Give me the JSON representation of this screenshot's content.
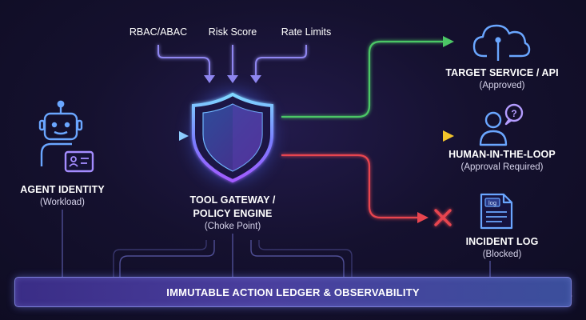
{
  "inputs": {
    "rbac": "RBAC/ABAC",
    "risk": "Risk Score",
    "rate": "Rate Limits"
  },
  "agent": {
    "title": "AGENT IDENTITY",
    "subtitle": "(Workload)",
    "icon": "robot-with-id-card-icon"
  },
  "gateway": {
    "title_line1": "TOOL GATEWAY /",
    "title_line2": "POLICY ENGINE",
    "subtitle": "(Choke Point)",
    "icon": "shield-icon"
  },
  "target": {
    "title": "TARGET SERVICE / API",
    "subtitle": "(Approved)",
    "icon": "cloud-icon",
    "color": "#4cc766"
  },
  "human": {
    "title": "HUMAN-IN-THE-LOOP",
    "subtitle": "(Approval Required)",
    "icon": "person-question-icon",
    "color": "#f2c42b"
  },
  "incident": {
    "title": "INCIDENT LOG",
    "subtitle": "(Blocked)",
    "icon": "log-document-icon",
    "color": "#e8454f",
    "doc_label": "log"
  },
  "ledger": {
    "label": "IMMUTABLE ACTION LEDGER & OBSERVABILITY"
  },
  "colors": {
    "accent_purple": "#8b7cf6",
    "accent_blue": "#5aa8ff",
    "background": "#120f2a"
  }
}
